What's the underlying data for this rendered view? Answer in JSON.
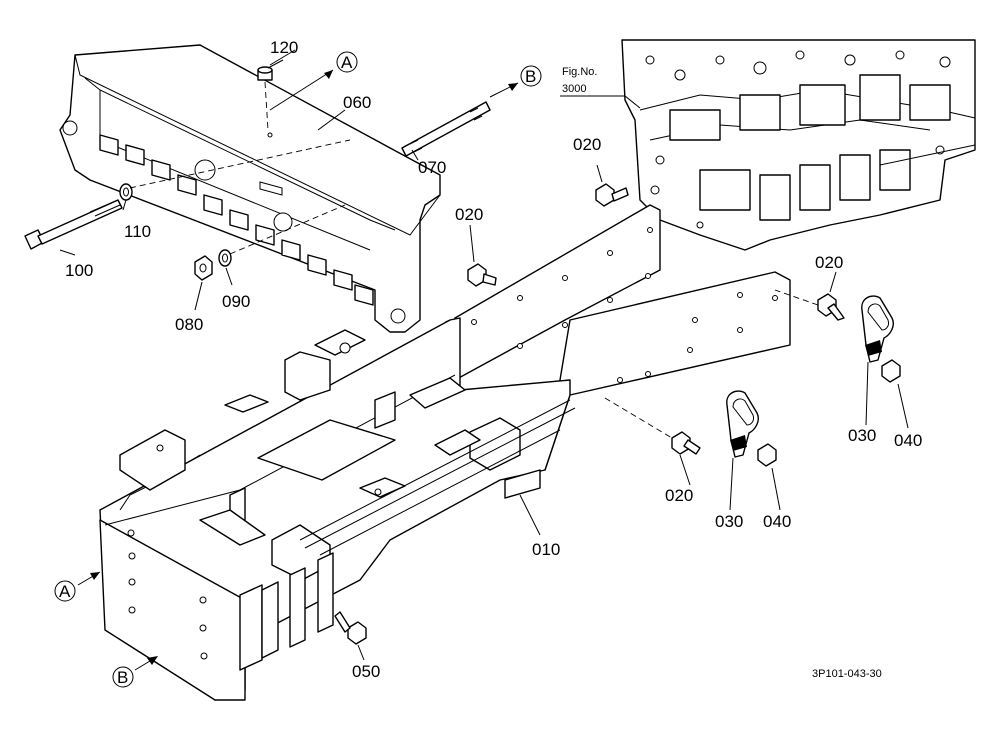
{
  "diagram": {
    "callouts": {
      "c010": "010",
      "c020a": "020",
      "c020b": "020",
      "c020c": "020",
      "c020d": "020",
      "c030a": "030",
      "c030b": "030",
      "c040a": "040",
      "c040b": "040",
      "c050": "050",
      "c060": "060",
      "c070": "070",
      "c080": "080",
      "c090": "090",
      "c100": "100",
      "c110": "110",
      "c120": "120"
    },
    "references": {
      "a_top": "A",
      "b_top": "B",
      "a_left": "A",
      "b_left": "B"
    },
    "fig_ref": {
      "line1": "Fig.No.",
      "line2": "3000"
    },
    "drawing_code": "3P101-043-30"
  }
}
